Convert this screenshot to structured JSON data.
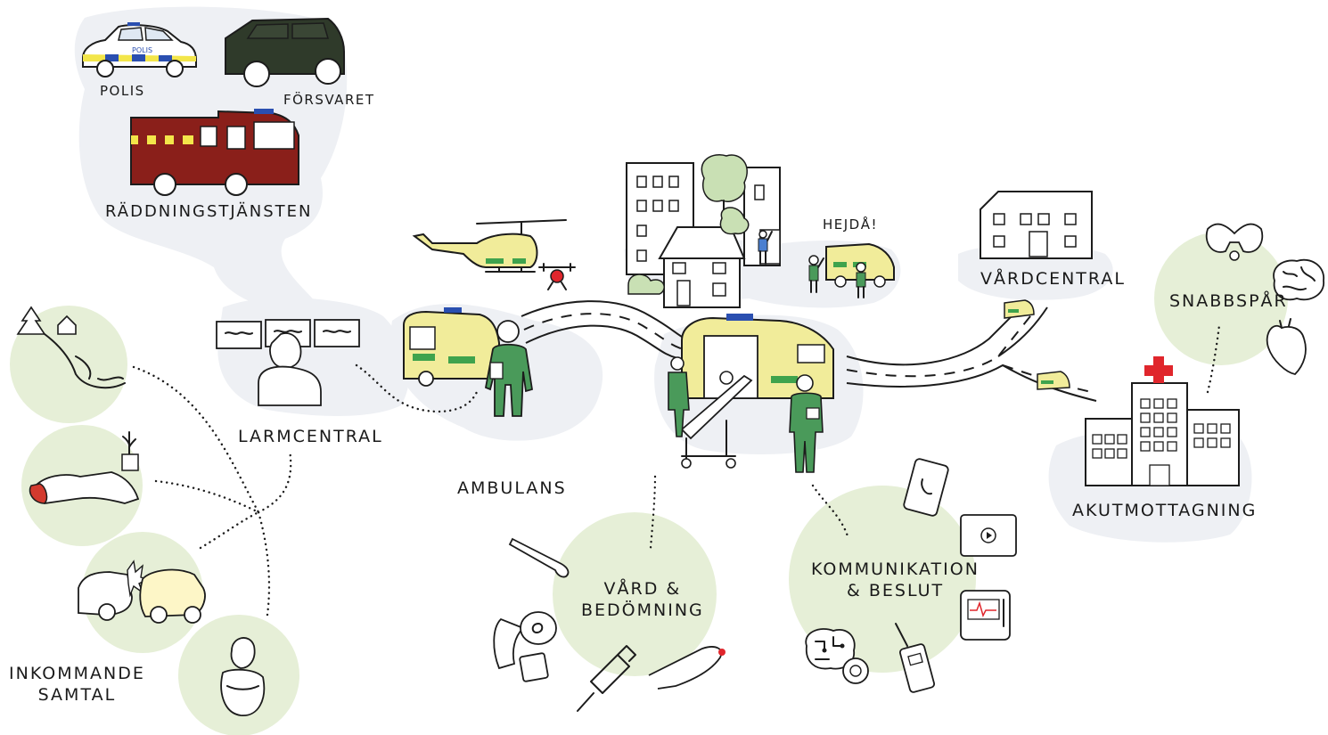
{
  "colors": {
    "green_circle": "#e6efd7",
    "grey_cloud": "#eef0f4",
    "ambulance_yellow": "#f1ec9a",
    "ambulance_green": "#3fa34d",
    "paramedic_green": "#4a9a5a",
    "fire_red": "#8a1f1a",
    "military_green": "#2f3a2a",
    "police_blue": "#2a4fb0",
    "red_cross": "#e0262c"
  },
  "labels": {
    "polis": "POLIS",
    "forsvaret": "FÖRSVARET",
    "raddning": "RÄDDNINGSTJÄNSTEN",
    "polis_text": "POLIS",
    "hejda": "HEJDÅ!",
    "vardcentral": "VÅRDCENTRAL",
    "snabbspar": "SNABBSPÅR",
    "larmcentral": "LARMCENTRAL",
    "ambulans": "AMBULANS",
    "akut": "AKUTMOTTAGNING",
    "vard_line1": "VÅRD &",
    "vard_line2": "BEDÖMNING",
    "komm_line1": "KOMMUNIKATION",
    "komm_line2": "& BESLUT",
    "inkommande_line1": "INKOMMANDE",
    "inkommande_line2": "SAMTAL"
  },
  "icons": [
    "police-car-icon",
    "military-truck-icon",
    "fire-truck-icon",
    "helicopter-icon",
    "drone-icon",
    "apartment-building-icon",
    "tree-icon",
    "house-icon",
    "ambulance-icon",
    "paramedic-icon",
    "stretcher-icon",
    "health-center-icon",
    "hospital-icon",
    "pelvis-icon",
    "brain-icon",
    "heart-icon",
    "forest-cabin-icon",
    "collapsed-person-icon",
    "car-crash-icon",
    "distressed-person-icon",
    "monitor-desk-icon",
    "operator-icon",
    "thermometer-icon",
    "bandage-icon",
    "syringe-icon",
    "pulse-oximeter-icon",
    "phone-icon",
    "tablet-video-icon",
    "defibrillator-icon",
    "radio-icon",
    "ai-chip-brain-icon",
    "watch-icon"
  ]
}
